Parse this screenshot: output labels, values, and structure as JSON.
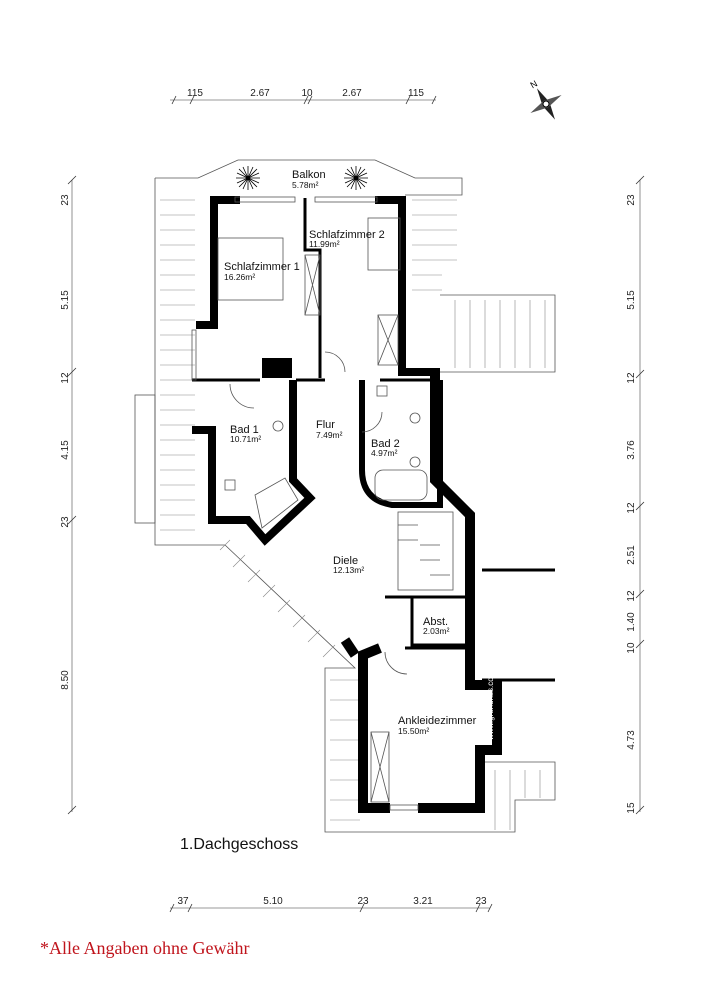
{
  "plan": {
    "title": "1.Dachgeschoss",
    "disclaimer": "*Alle Angaben ohne Gewähr",
    "watermark": "www.grundriss.com",
    "compass_label": "N",
    "rooms": [
      {
        "name": "Balkon",
        "area": "5.78m²"
      },
      {
        "name": "Schlafzimmer 1",
        "area": "16.26m²"
      },
      {
        "name": "Schlafzimmer 2",
        "area": "11.99m²"
      },
      {
        "name": "Bad 1",
        "area": "10.71m²"
      },
      {
        "name": "Flur",
        "area": "7.49m²"
      },
      {
        "name": "Bad 2",
        "area": "4.97m²"
      },
      {
        "name": "Diele",
        "area": "12.13m²"
      },
      {
        "name": "Abst.",
        "area": "2.03m²"
      },
      {
        "name": "Ankleidezimmer",
        "area": "15.50m²"
      }
    ],
    "dims_top": [
      "115",
      "2.67",
      "10",
      "2.67",
      "115"
    ],
    "dims_bottom": [
      "37",
      "5.10",
      "23",
      "3.21",
      "23"
    ],
    "dims_left": [
      "23",
      "5.15",
      "12",
      "4.15",
      "23",
      "8.50"
    ],
    "dims_right": [
      "23",
      "5.15",
      "12",
      "3.76",
      "12",
      "2.51",
      "12",
      "1.40",
      "10",
      "4.73",
      "15"
    ]
  }
}
